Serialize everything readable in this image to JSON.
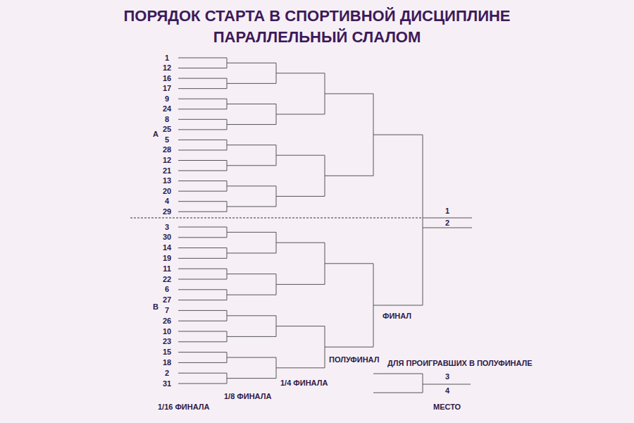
{
  "diagram": {
    "title": "ПОРЯДОК СТАРТА В СПОРТИВНОЙ ДИСЦИПЛИНЕ ПАРАЛЛЕЛЬНЫЙ СЛАЛОМ",
    "labels": [
      "1",
      "12",
      "16",
      "17",
      "9",
      "24",
      "8",
      "25",
      "А",
      "5",
      "28",
      "12",
      "21",
      "13",
      "20",
      "4",
      "29",
      "3",
      "30",
      "14",
      "19",
      "11",
      "22",
      "6",
      "27",
      "В",
      "7",
      "26",
      "10",
      "23",
      "15",
      "18",
      "2",
      "31",
      "1",
      "2",
      "ФИНАЛ",
      "ПОЛУФИНАЛ",
      "ДЛЯ ПРОИГРАВШИХ В ПОЛУФИНАЛЕ",
      "3",
      "4",
      "1/4 ФИНАЛА",
      "1/8 ФИНАЛА",
      "1/16 ФИНАЛА",
      "МЕСТО"
    ]
  }
}
